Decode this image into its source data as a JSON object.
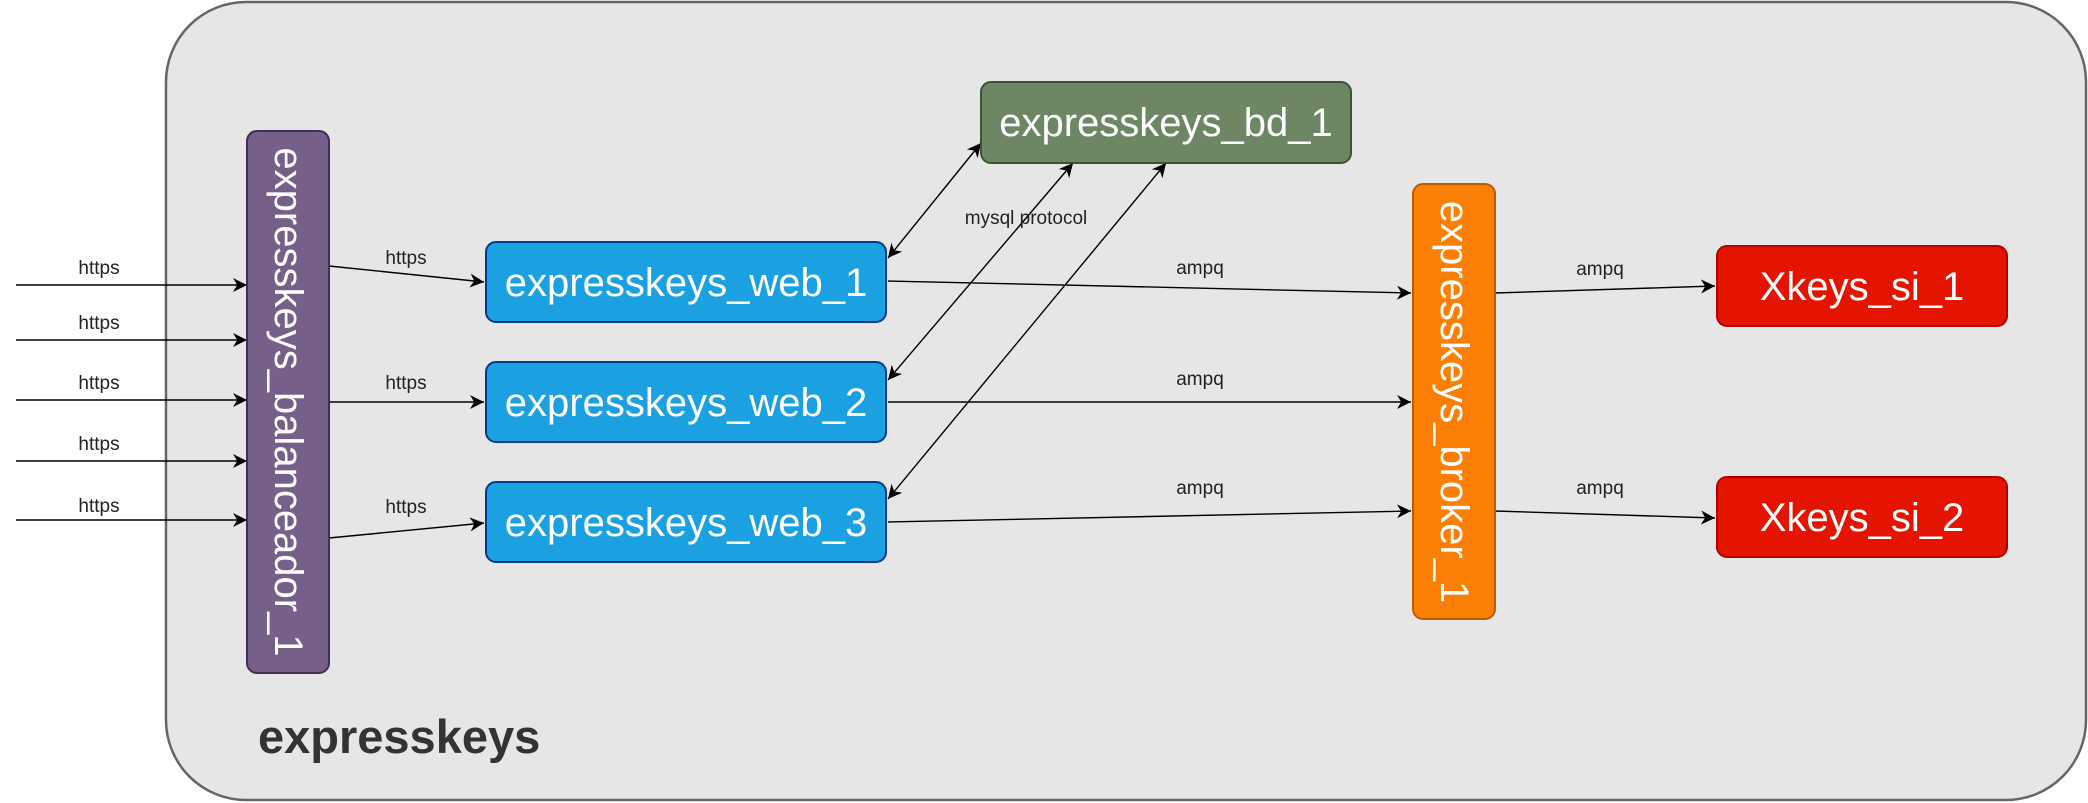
{
  "group": {
    "label": "expresskeys",
    "fill": "#e6e6e6",
    "stroke": "#666666"
  },
  "nodes": {
    "balanceador": {
      "label": "expresskeys_balanceador_1",
      "fill": "#76608a",
      "stroke": "#432d57"
    },
    "web1": {
      "label": "expresskeys_web_1",
      "fill": "#1ba1e2",
      "stroke": "#003b8f"
    },
    "web2": {
      "label": "expresskeys_web_2",
      "fill": "#1ba1e2",
      "stroke": "#003b8f"
    },
    "web3": {
      "label": "expresskeys_web_3",
      "fill": "#1ba1e2",
      "stroke": "#003b8f"
    },
    "bd": {
      "label": "expresskeys_bd_1",
      "fill": "#6d8764",
      "stroke": "#3a5431"
    },
    "broker": {
      "label": "expresskeys_broker_1",
      "fill": "#fa7f04",
      "stroke": "#bd5b00"
    },
    "si1": {
      "label": "Xkeys_si_1",
      "fill": "#e51400",
      "stroke": "#b20000"
    },
    "si2": {
      "label": "Xkeys_si_2",
      "fill": "#e51400",
      "stroke": "#b20000"
    }
  },
  "edge_labels": {
    "in1": "https",
    "in2": "https",
    "in3": "https",
    "in4": "https",
    "in5": "https",
    "lb_web1": "https",
    "lb_web2": "https",
    "lb_web3": "https",
    "mysql": "mysql protocol",
    "web1_broker": "ampq",
    "web2_broker": "ampq",
    "web3_broker": "ampq",
    "broker_si1": "ampq",
    "broker_si2": "ampq"
  }
}
